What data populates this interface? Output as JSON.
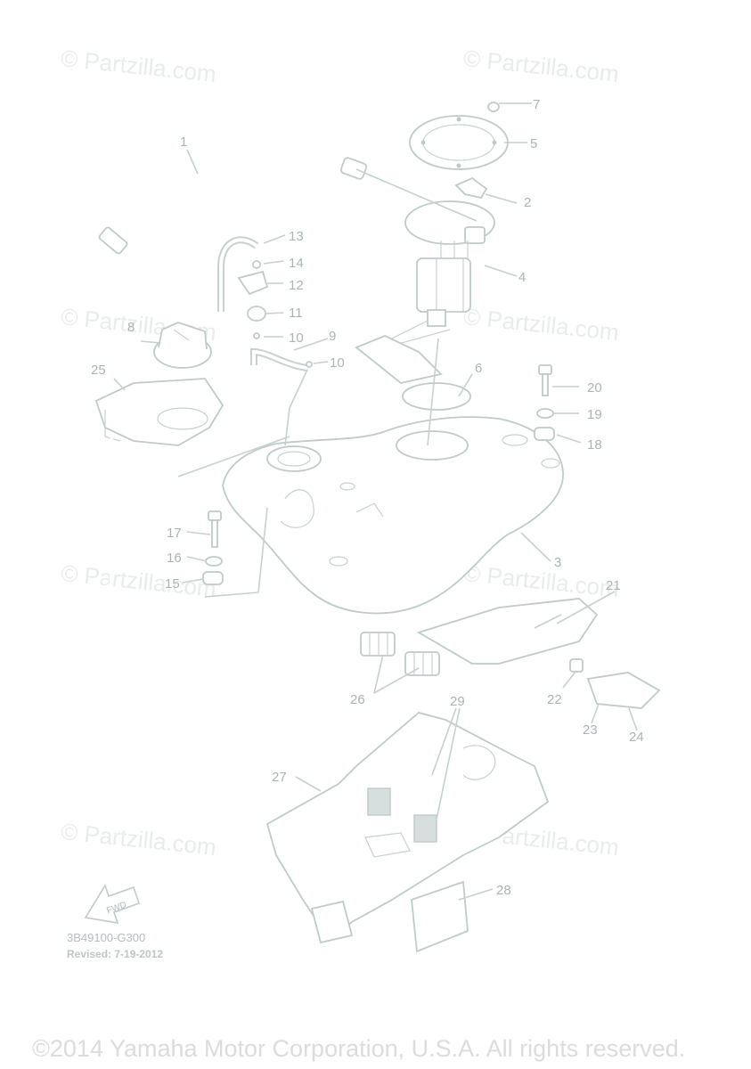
{
  "watermarks": [
    "© Partzilla.com",
    "© Partzilla.com",
    "© Partzilla.com",
    "© Partzilla.com",
    "© Partzilla.com",
    "© Partzilla.com",
    "© Partzilla.com",
    "© Partzilla.com"
  ],
  "part_numbers": [
    "1",
    "2",
    "3",
    "4",
    "5",
    "6",
    "7",
    "8",
    "9",
    "10",
    "10",
    "11",
    "12",
    "13",
    "14",
    "15",
    "16",
    "17",
    "18",
    "19",
    "20",
    "21",
    "22",
    "23",
    "24",
    "25",
    "26",
    "27",
    "28",
    "29"
  ],
  "fwd_label": "FWD",
  "diagram_code": "3B49100-G300",
  "revised": "Revised: 7-19-2012",
  "copyright": "©2014 Yamaha Motor Corporation, U.S.A. All rights reserved."
}
